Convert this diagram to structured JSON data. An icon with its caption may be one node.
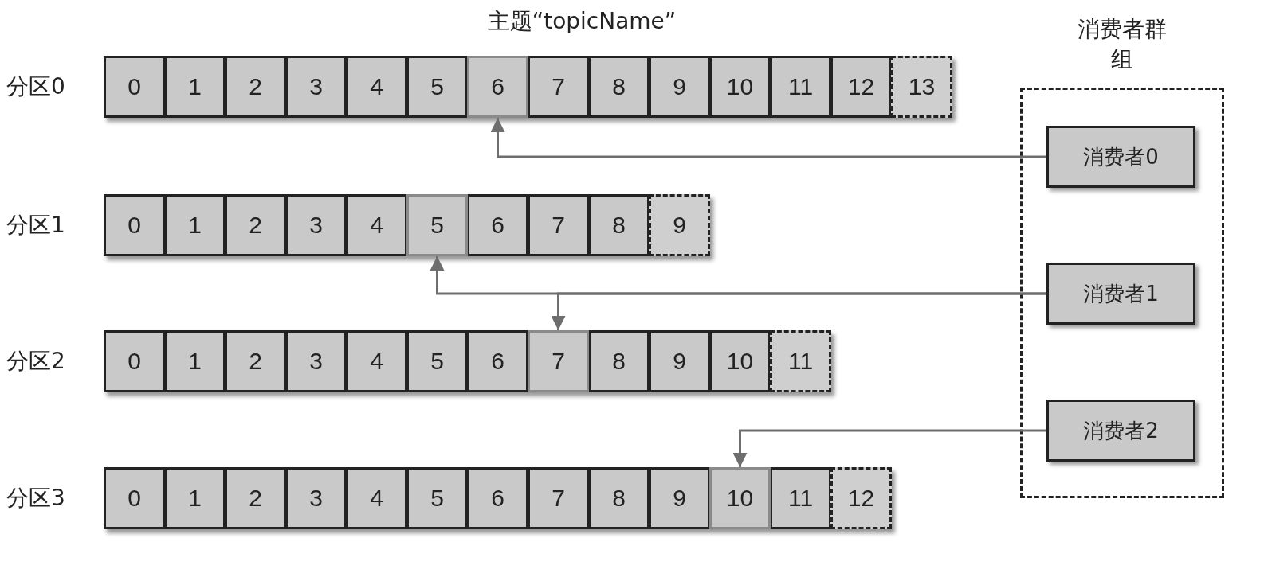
{
  "diagram": {
    "title": "主题“topicName”",
    "nodes": [
      {
        "text": [
          "分区0"
        ]
      },
      {
        "text": [
          "0"
        ],
        "in": 0
      },
      {
        "text": [
          "1"
        ],
        "in": 0
      },
      {
        "text": [
          "2"
        ],
        "in": 0
      },
      {
        "text": [
          "3"
        ],
        "in": 0
      },
      {
        "text": [
          "4"
        ],
        "in": 0
      },
      {
        "text": [
          "5"
        ],
        "in": 0
      },
      {
        "text": [
          "6"
        ],
        "in": 0
      },
      {
        "text": [
          "7"
        ],
        "in": 0
      },
      {
        "text": [
          "8"
        ],
        "in": 0
      },
      {
        "text": [
          "9"
        ],
        "in": 0
      },
      {
        "text": [
          "10"
        ],
        "in": 0
      },
      {
        "text": [
          "11"
        ],
        "in": 0
      },
      {
        "text": [
          "12"
        ],
        "in": 0
      },
      {
        "text": [
          "13"
        ],
        "in": 0
      },
      {
        "text": [
          "分区1"
        ]
      },
      {
        "text": [
          "0"
        ],
        "in": 15
      },
      {
        "text": [
          "1"
        ],
        "in": 15
      },
      {
        "text": [
          "2"
        ],
        "in": 15
      },
      {
        "text": [
          "3"
        ],
        "in": 15
      },
      {
        "text": [
          "4"
        ],
        "in": 15
      },
      {
        "text": [
          "5"
        ],
        "in": 15
      },
      {
        "text": [
          "6"
        ],
        "in": 15
      },
      {
        "text": [
          "7"
        ],
        "in": 15
      },
      {
        "text": [
          "8"
        ],
        "in": 15
      },
      {
        "text": [
          "9"
        ],
        "in": 15
      },
      {
        "text": [
          "分区2"
        ]
      },
      {
        "text": [
          "0"
        ],
        "in": 26
      },
      {
        "text": [
          "1"
        ],
        "in": 26
      },
      {
        "text": [
          "2"
        ],
        "in": 26
      },
      {
        "text": [
          "3"
        ],
        "in": 26
      },
      {
        "text": [
          "4"
        ],
        "in": 26
      },
      {
        "text": [
          "5"
        ],
        "in": 26
      },
      {
        "text": [
          "6"
        ],
        "in": 26
      },
      {
        "text": [
          "7"
        ],
        "in": 26
      },
      {
        "text": [
          "8"
        ],
        "in": 26
      },
      {
        "text": [
          "9"
        ],
        "in": 26
      },
      {
        "text": [
          "10"
        ],
        "in": 26
      },
      {
        "text": [
          "11"
        ],
        "in": 26
      },
      {
        "text": [
          "分区3"
        ]
      },
      {
        "text": [
          "0"
        ],
        "in": 39
      },
      {
        "text": [
          "1"
        ],
        "in": 39
      },
      {
        "text": [
          "2"
        ],
        "in": 39
      },
      {
        "text": [
          "3"
        ],
        "in": 39
      },
      {
        "text": [
          "4"
        ],
        "in": 39
      },
      {
        "text": [
          "5"
        ],
        "in": 39
      },
      {
        "text": [
          "6"
        ],
        "in": 39
      },
      {
        "text": [
          "7"
        ],
        "in": 39
      },
      {
        "text": [
          "8"
        ],
        "in": 39
      },
      {
        "text": [
          "9"
        ],
        "in": 39
      },
      {
        "text": [
          "10"
        ],
        "in": 39
      },
      {
        "text": [
          "11"
        ],
        "in": 39
      },
      {
        "text": [
          "12"
        ],
        "in": 39
      },
      {
        "text": [
          "消费者群组"
        ]
      },
      {
        "text": [
          "消费者0"
        ],
        "in": 53
      },
      {
        "text": [
          "消费者1"
        ],
        "in": 53
      },
      {
        "text": [
          "消费者2"
        ],
        "in": 53
      }
    ],
    "edges": [
      {
        "from": 54,
        "to": 7,
        "arrow": "to"
      },
      {
        "from": 55,
        "to": 21,
        "arrow": "to"
      },
      {
        "from": 55,
        "to": 34,
        "arrow": "to"
      },
      {
        "from": 56,
        "to": 50,
        "arrow": "to"
      }
    ]
  }
}
